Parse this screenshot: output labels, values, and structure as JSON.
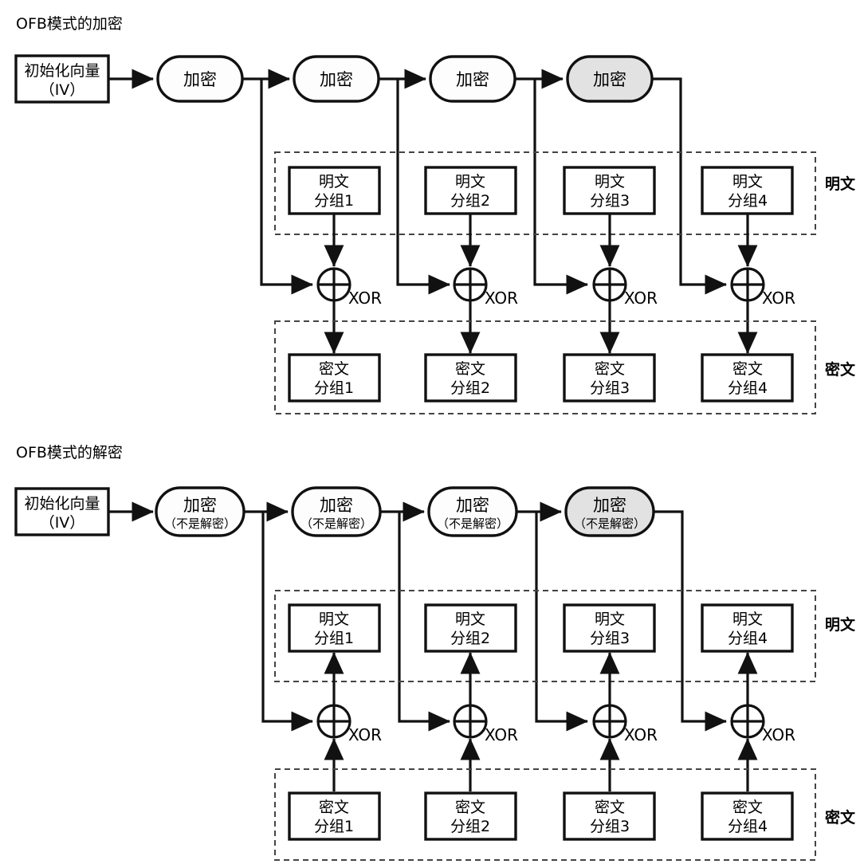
{
  "page": {
    "background_color": "#ffffff",
    "line_color": "#111111",
    "shaded_fill": "#e2e2e2",
    "dash_color": "#444444"
  },
  "sections": [
    {
      "id": "encryption",
      "title": "OFB模式的加密",
      "iv_box": {
        "line1": "初始化向量",
        "line2": "（IV）"
      },
      "cipher_nodes": [
        {
          "label": "加密",
          "sublabel": "",
          "shaded": false
        },
        {
          "label": "加密",
          "sublabel": "",
          "shaded": false
        },
        {
          "label": "加密",
          "sublabel": "",
          "shaded": false
        },
        {
          "label": "加密",
          "sublabel": "",
          "shaded": true
        }
      ],
      "top_group_label": "明文",
      "bottom_group_label": "密文",
      "top_blocks": [
        {
          "line1": "明文",
          "line2": "分组1"
        },
        {
          "line1": "明文",
          "line2": "分组2"
        },
        {
          "line1": "明文",
          "line2": "分组3"
        },
        {
          "line1": "明文",
          "line2": "分组4"
        }
      ],
      "bottom_blocks": [
        {
          "line1": "密文",
          "line2": "分组1"
        },
        {
          "line1": "密文",
          "line2": "分组2"
        },
        {
          "line1": "密文",
          "line2": "分组3"
        },
        {
          "line1": "密文",
          "line2": "分组4"
        }
      ],
      "xor_labels": [
        "XOR",
        "XOR",
        "XOR",
        "XOR"
      ],
      "flow_direction": "down"
    },
    {
      "id": "decryption",
      "title": "OFB模式的解密",
      "iv_box": {
        "line1": "初始化向量",
        "line2": "（IV）"
      },
      "cipher_nodes": [
        {
          "label": "加密",
          "sublabel": "（不是解密）",
          "shaded": false
        },
        {
          "label": "加密",
          "sublabel": "（不是解密）",
          "shaded": false
        },
        {
          "label": "加密",
          "sublabel": "（不是解密）",
          "shaded": false
        },
        {
          "label": "加密",
          "sublabel": "（不是解密）",
          "shaded": true
        }
      ],
      "top_group_label": "明文",
      "bottom_group_label": "密文",
      "top_blocks": [
        {
          "line1": "明文",
          "line2": "分组1"
        },
        {
          "line1": "明文",
          "line2": "分组2"
        },
        {
          "line1": "明文",
          "line2": "分组3"
        },
        {
          "line1": "明文",
          "line2": "分组4"
        }
      ],
      "bottom_blocks": [
        {
          "line1": "密文",
          "line2": "分组1"
        },
        {
          "line1": "密文",
          "line2": "分组2"
        },
        {
          "line1": "密文",
          "line2": "分组3"
        },
        {
          "line1": "密文",
          "line2": "分组4"
        }
      ],
      "xor_labels": [
        "XOR",
        "XOR",
        "XOR",
        "XOR"
      ],
      "flow_direction": "up"
    }
  ]
}
